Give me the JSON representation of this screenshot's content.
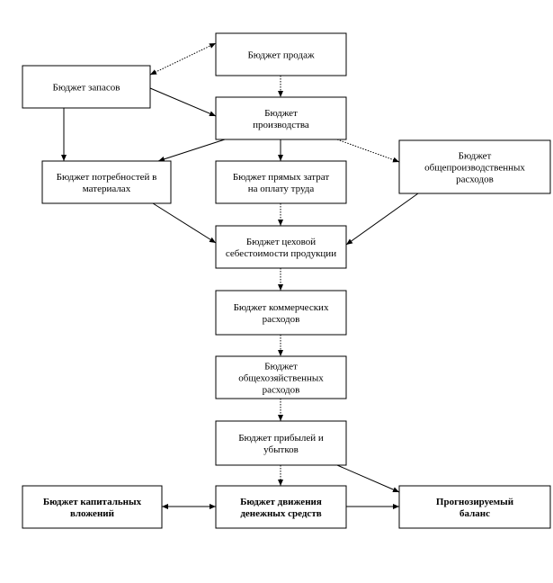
{
  "nodes": {
    "sales": {
      "lines": [
        "Бюджет  продаж"
      ],
      "bold": false
    },
    "inventory": {
      "lines": [
        "Бюджет  запасов"
      ],
      "bold": false
    },
    "production": {
      "lines": [
        "Бюджет",
        "производства"
      ],
      "bold": false
    },
    "materials": {
      "lines": [
        "Бюджет потребностей в",
        "материалах"
      ],
      "bold": false
    },
    "labor": {
      "lines": [
        "Бюджет прямых затрат",
        "на оплату труда"
      ],
      "bold": false
    },
    "overhead": {
      "lines": [
        "Бюджет",
        "общепроизводственных",
        "расходов"
      ],
      "bold": false
    },
    "cost": {
      "lines": [
        "Бюджет  цеховой",
        "себестоимости  продукции"
      ],
      "bold": false
    },
    "commercial": {
      "lines": [
        "Бюджет коммерческих",
        "расходов"
      ],
      "bold": false
    },
    "admin": {
      "lines": [
        "Бюджет",
        "общехозяйственных",
        "расходов"
      ],
      "bold": false
    },
    "profit": {
      "lines": [
        "Бюджет  прибылей и",
        "убытков"
      ],
      "bold": false
    },
    "capital": {
      "lines": [
        "Бюджет капитальных",
        "вложений"
      ],
      "bold": true
    },
    "cashflow": {
      "lines": [
        "Бюджет движения",
        "денежных  средств"
      ],
      "bold": true
    },
    "balance": {
      "lines": [
        "Прогнозируемый",
        "баланс"
      ],
      "bold": true
    }
  },
  "edges": [
    {
      "from": "inventory",
      "to": "sales",
      "style": "dotted",
      "both": true
    },
    {
      "from": "inventory",
      "to": "production",
      "style": "solid",
      "both": false
    },
    {
      "from": "inventory",
      "to": "materials",
      "style": "solid",
      "both": false
    },
    {
      "from": "sales",
      "to": "production",
      "style": "dotted",
      "both": false
    },
    {
      "from": "production",
      "to": "materials",
      "style": "solid",
      "both": false
    },
    {
      "from": "production",
      "to": "labor",
      "style": "solid",
      "both": false
    },
    {
      "from": "production",
      "to": "overhead",
      "style": "dotted",
      "both": false
    },
    {
      "from": "materials",
      "to": "cost",
      "style": "solid",
      "both": false
    },
    {
      "from": "labor",
      "to": "cost",
      "style": "dotted",
      "both": false
    },
    {
      "from": "overhead",
      "to": "cost",
      "style": "solid",
      "both": false
    },
    {
      "from": "cost",
      "to": "commercial",
      "style": "dotted",
      "both": false
    },
    {
      "from": "commercial",
      "to": "admin",
      "style": "dotted",
      "both": false
    },
    {
      "from": "admin",
      "to": "profit",
      "style": "dotted",
      "both": false
    },
    {
      "from": "profit",
      "to": "cashflow",
      "style": "dotted",
      "both": false
    },
    {
      "from": "profit",
      "to": "balance",
      "style": "solid",
      "both": false
    },
    {
      "from": "cashflow",
      "to": "capital",
      "style": "solid",
      "both": true
    },
    {
      "from": "cashflow",
      "to": "balance",
      "style": "solid",
      "both": false
    }
  ]
}
